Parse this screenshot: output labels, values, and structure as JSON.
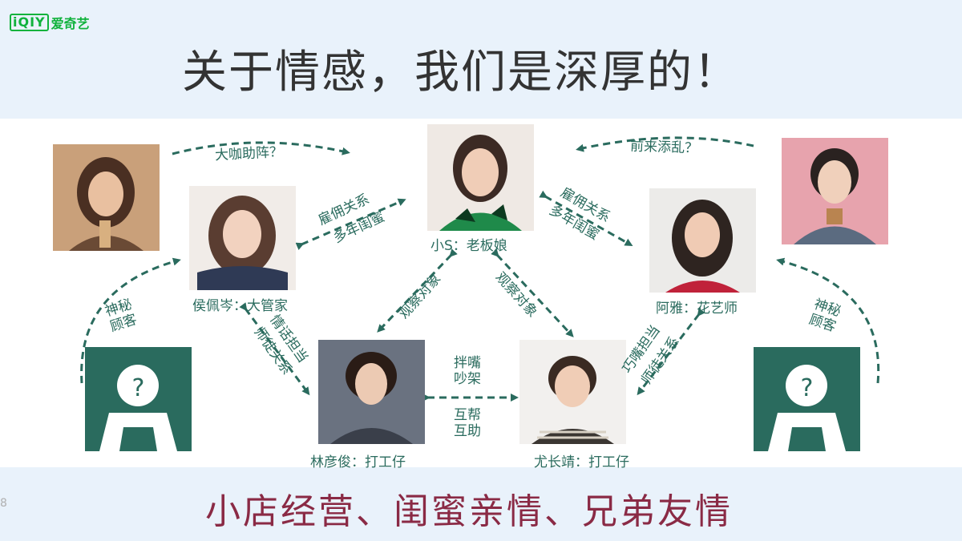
{
  "logo": {
    "box_text": "iQIY",
    "text": "爱奇艺"
  },
  "headline": "关于情感，我们是深厚的！",
  "footer": "小店经营、闺蜜亲情、兄弟友情",
  "edge_mark": "8",
  "people": {
    "xiao_s": {
      "role": "小S：老板娘"
    },
    "hou": {
      "role": "侯佩岑：大管家"
    },
    "a_ya": {
      "role": "阿雅：花艺师"
    },
    "lin": {
      "role": "林彦俊：打工仔"
    },
    "you": {
      "role": "尤长靖：打工仔"
    }
  },
  "mystery_mark": "?",
  "relations": {
    "big_cameo": "大咖助阵？",
    "trouble": "前来添乱？",
    "employ_left_1": "雇佣关系",
    "employ_left_2": "多年闺蜜",
    "employ_right_1": "雇佣关系",
    "employ_right_2": "多年闺蜜",
    "observe_left": "观察对象",
    "observe_right": "观察对象",
    "mystery_left": [
      "神秘",
      "顾客"
    ],
    "mystery_right": [
      "神秘",
      "顾客"
    ],
    "mentor_left_1": "情话担当",
    "mentor_left_2": "师徒关系",
    "mentor_right_1": "巧嘴担当",
    "mentor_right_2": "师徒关系",
    "bros_top_1": "拌嘴",
    "bros_top_2": "吵架",
    "bros_bottom_1": "互帮",
    "bros_bottom_2": "互助"
  },
  "colors": {
    "accent": "#2a6b5e",
    "band": "#e9f2fb",
    "footer_text": "#8a2a45",
    "logo": "#10b23c"
  }
}
